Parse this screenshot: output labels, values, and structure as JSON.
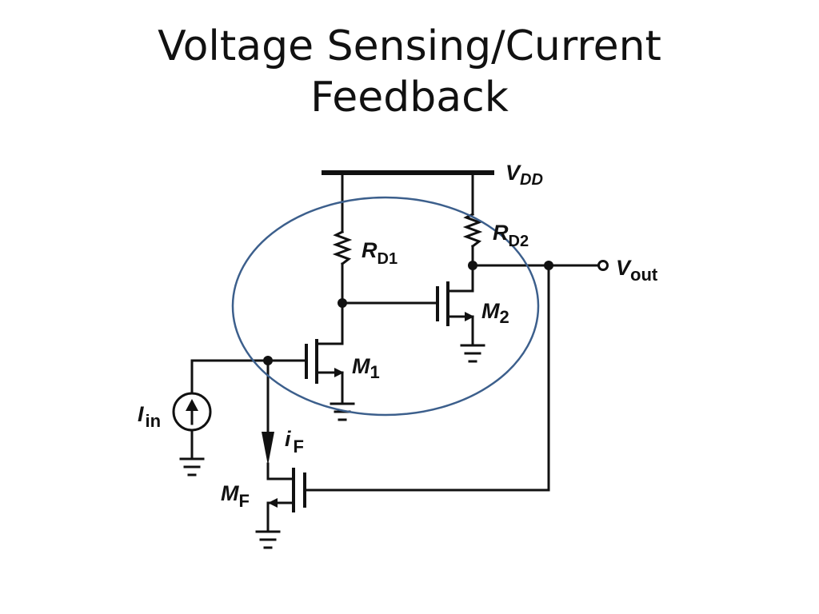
{
  "slide": {
    "title_line1": "Voltage Sensing/Current",
    "title_line2": "Feedback"
  },
  "circuit": {
    "supply": {
      "name": "V",
      "sub": "DD"
    },
    "resistors": [
      {
        "name": "R",
        "sub": "D1"
      },
      {
        "name": "R",
        "sub": "D2"
      }
    ],
    "transistors": [
      {
        "name": "M",
        "sub": "1"
      },
      {
        "name": "M",
        "sub": "2"
      },
      {
        "name": "M",
        "sub": "F"
      }
    ],
    "input_source": {
      "name": "I",
      "sub": "in"
    },
    "feedback_current": {
      "name": "i",
      "sub": "F"
    },
    "output": {
      "name": "V",
      "sub": "out"
    }
  },
  "colors": {
    "wire": "#111111",
    "highlight_ellipse": "#3c5f8c",
    "background": "#ffffff"
  }
}
